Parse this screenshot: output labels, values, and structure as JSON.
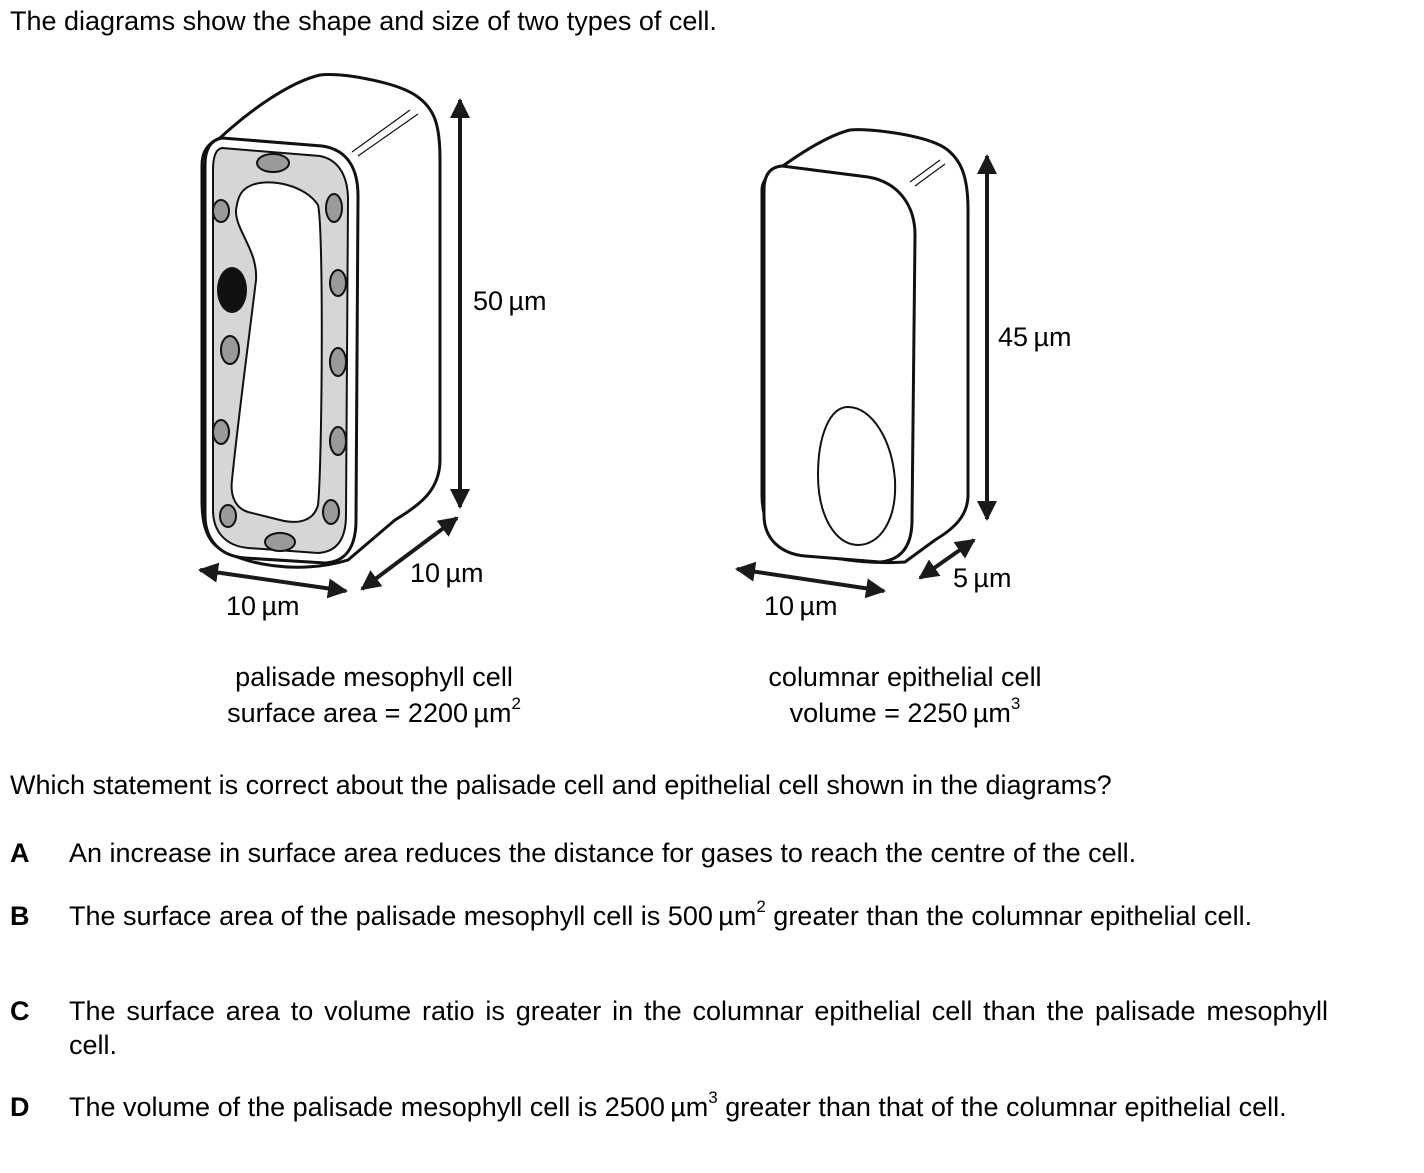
{
  "intro": "The diagrams show the shape and size of two types of cell.",
  "palisade": {
    "height_label": "50 µm",
    "depth_label": "10 µm",
    "width_label": "10 µm",
    "name": "palisade mesophyll cell",
    "stat_prefix": "surface area = 2200 µm",
    "stat_sup": "2"
  },
  "epithelial": {
    "height_label": "45 µm",
    "depth_label": "5 µm",
    "width_label": "10 µm",
    "name": "columnar epithelial cell",
    "stat_prefix": "volume = 2250 µm",
    "stat_sup": "3"
  },
  "question": "Which statement is correct about the palisade cell and epithelial cell shown in the diagrams?",
  "options": [
    {
      "letter": "A",
      "text": "An increase in surface area reduces the distance for gases to reach the centre of the cell."
    },
    {
      "letter": "B",
      "text_before": "The surface area of the palisade mesophyll cell is 500 µm",
      "sup": "2",
      "text_after": " greater than the columnar epithelial cell."
    },
    {
      "letter": "C",
      "text": "The surface area to volume ratio is greater in the columnar epithelial cell than the palisade mesophyll cell."
    },
    {
      "letter": "D",
      "text_before": "The volume of the palisade mesophyll cell is 2500 µm",
      "sup": "3",
      "text_after": " greater than that of the columnar epithelial cell."
    }
  ]
}
